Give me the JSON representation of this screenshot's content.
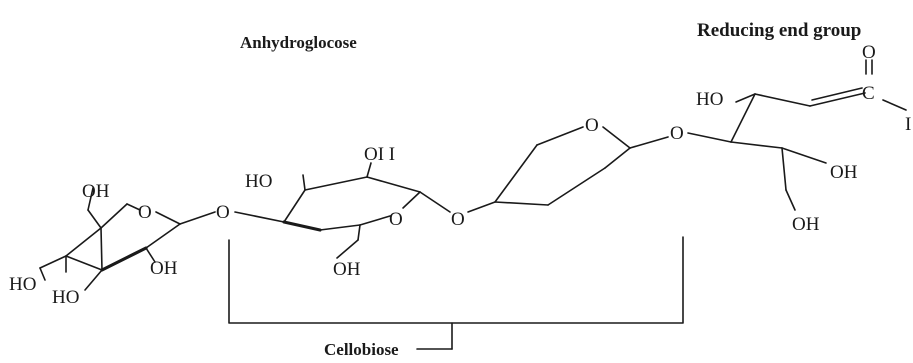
{
  "labels": {
    "anhydroglucose": "Anhydroglocose",
    "reducing_end": "Reducing end group",
    "cellobiose": "Cellobiose"
  },
  "atoms": {
    "oh": "OH",
    "oh_alt": "OI I",
    "ho": "HO",
    "ho_cut": "HO",
    "o": "O",
    "c": "C",
    "h_cut": "I"
  }
}
